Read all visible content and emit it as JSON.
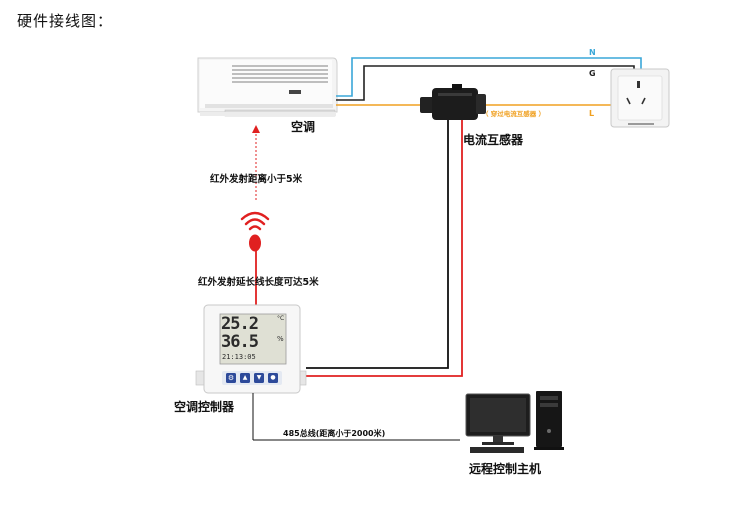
{
  "title": "硬件接线图：",
  "components": {
    "air_conditioner": "空调",
    "current_transformer": "电流互感器",
    "controller": "空调控制器",
    "host": "远程控制主机"
  },
  "annotations": {
    "ir_distance": "红外发射距离小于5米",
    "ir_extension": "红外发射延长线长度可达5米",
    "ct_through": "（ 穿过电流互感器 ）",
    "bus": "485总线(距离小于2000米)"
  },
  "wires": {
    "n": "N",
    "g": "G",
    "l": "L"
  },
  "display": {
    "temperature": "25.2",
    "temp_unit": "°C",
    "humidity": "36.5",
    "hum_unit": "%",
    "clock": "21:13:05"
  },
  "colors": {
    "n_wire": "#3aa7d8",
    "g_wire": "#222222",
    "l_wire": "#f0a020",
    "signal": "#e02020",
    "ct_wire": "#e02020"
  }
}
